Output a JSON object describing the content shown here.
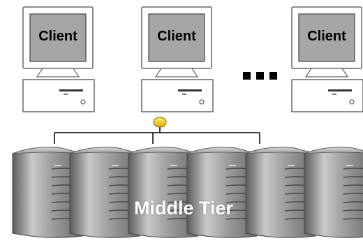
{
  "diagram": {
    "clients": [
      {
        "label": "Client"
      },
      {
        "label": "Client"
      },
      {
        "label": "Client"
      }
    ],
    "middle_tier_label": "Middle Tier",
    "colors": {
      "screen": "#a6a6a6",
      "monitor_frame": "#ffffff",
      "outline": "#555555",
      "connector_node": "#ffcc00",
      "server_body": "#8c8c8c",
      "label_text": "#ffffff"
    }
  }
}
